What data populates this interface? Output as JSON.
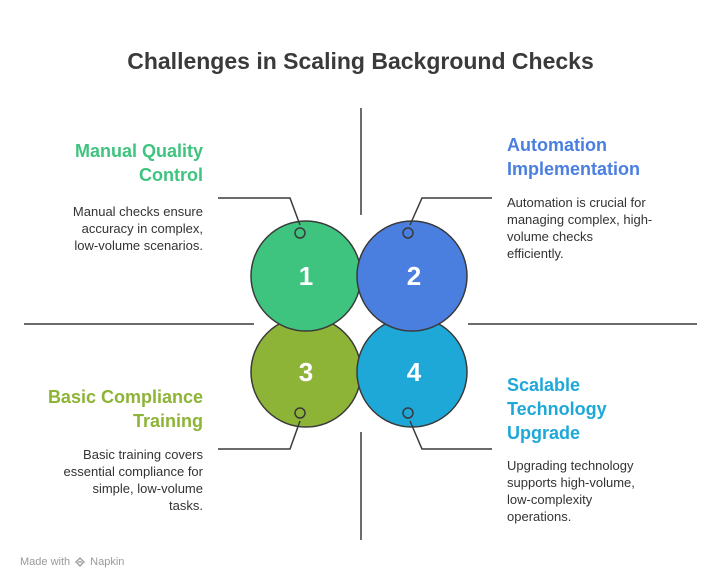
{
  "title": "Challenges in Scaling Background Checks",
  "sections": [
    {
      "number": "1",
      "heading_lines": [
        "Manual Quality",
        "Control"
      ],
      "description_lines": [
        "Manual checks ensure",
        "accuracy in complex,",
        "low-volume scenarios."
      ],
      "color": "#3ec47e"
    },
    {
      "number": "2",
      "heading_lines": [
        "Automation",
        "Implementation"
      ],
      "description_lines": [
        "Automation is crucial for",
        "managing complex, high-",
        "volume checks",
        "efficiently."
      ],
      "color": "#4a7fe0"
    },
    {
      "number": "3",
      "heading_lines": [
        "Basic Compliance",
        "Training"
      ],
      "description_lines": [
        "Basic training covers",
        "essential compliance for",
        "simple, low-volume",
        "tasks."
      ],
      "color": "#8db436"
    },
    {
      "number": "4",
      "heading_lines": [
        "Scalable",
        "Technology",
        "Upgrade"
      ],
      "description_lines": [
        "Upgrading technology",
        "supports high-volume,",
        "low-complexity",
        "operations."
      ],
      "color": "#1ea8d8"
    }
  ],
  "footer": {
    "made_with": "Made with",
    "brand": "Napkin"
  }
}
